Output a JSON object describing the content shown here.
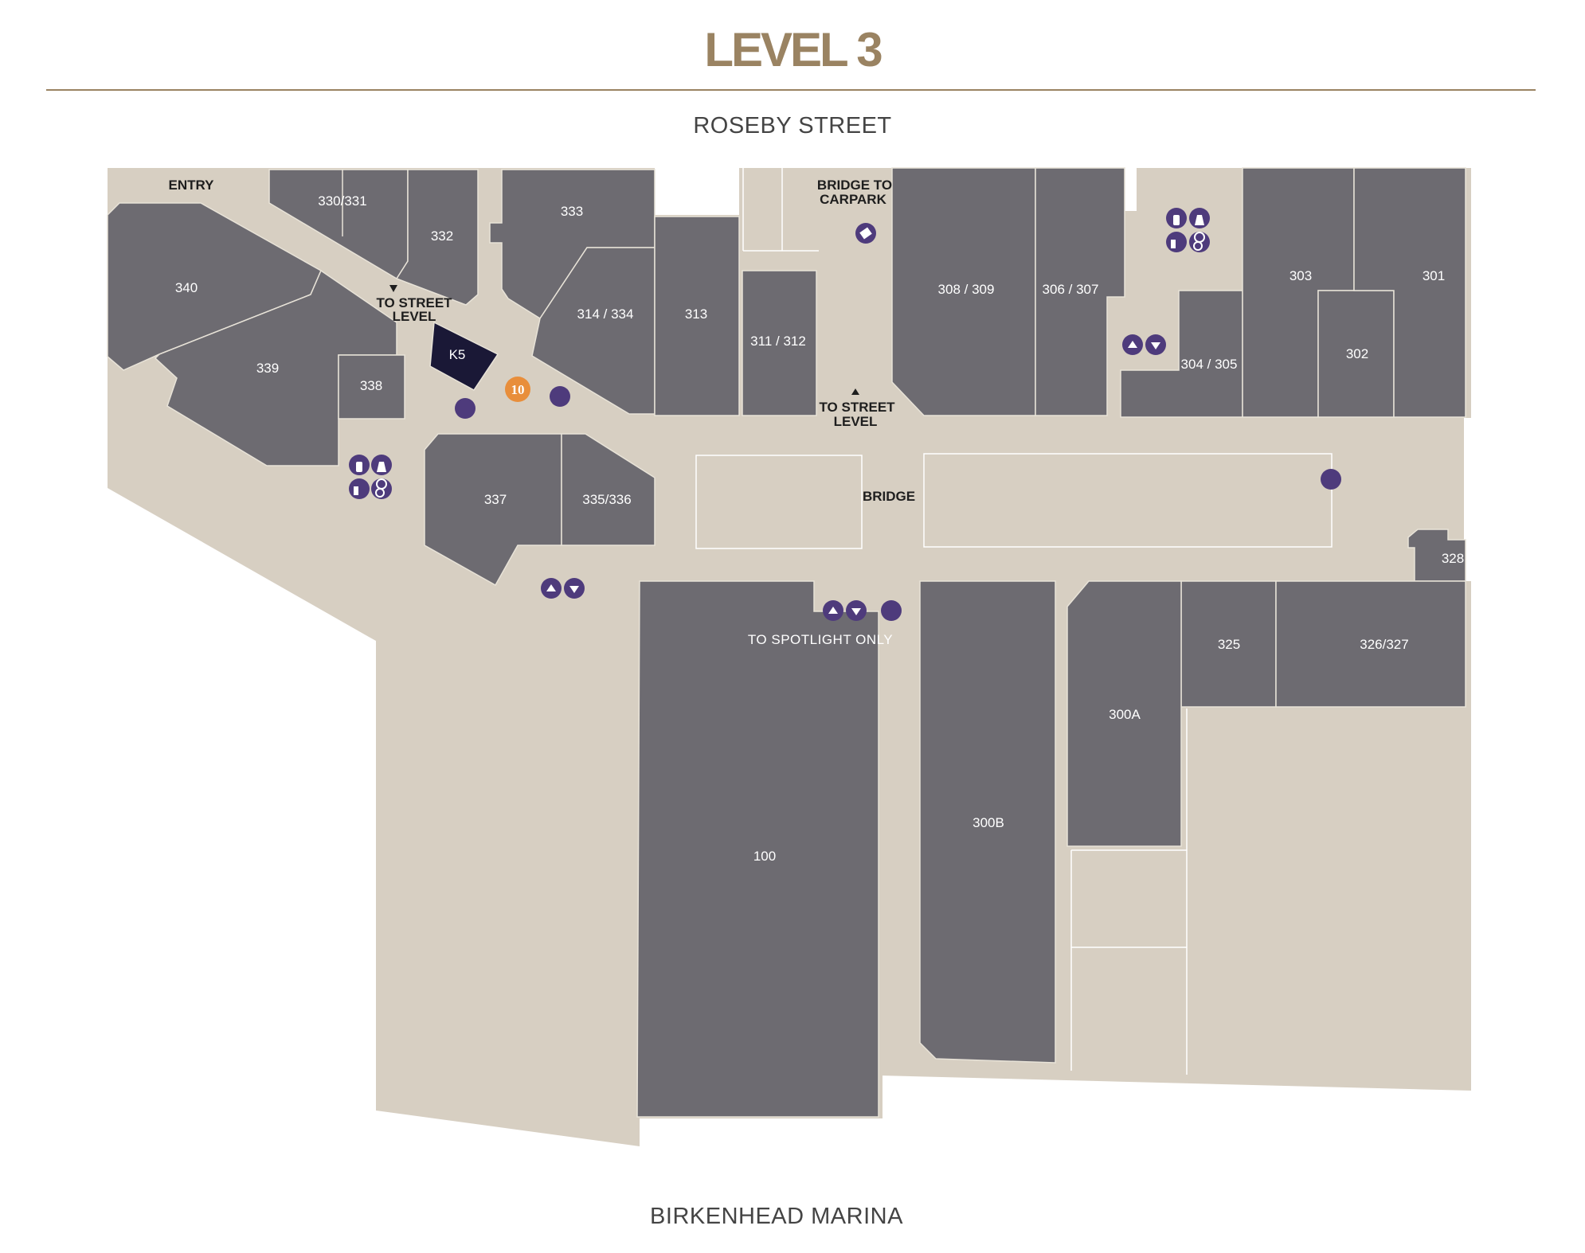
{
  "header": {
    "title": "LEVEL 3"
  },
  "streets": {
    "top": "ROSEBY STREET",
    "bottom": "BIRKENHEAD MARINA"
  },
  "units": {
    "u330": "330/331",
    "u332": "332",
    "u333": "333",
    "u340": "340",
    "u339": "339",
    "u338": "338",
    "k5": "K5",
    "u314": "314 / 334",
    "u313": "313",
    "u311": "311 / 312",
    "u308": "308 / 309",
    "u306": "306 / 307",
    "u303": "303",
    "u301": "301",
    "u304": "304 / 305",
    "u302": "302",
    "u337": "337",
    "u335": "335/336",
    "u328": "328",
    "u325": "325",
    "u326": "326/327",
    "u300a": "300A",
    "u300b": "300B",
    "u100": "100"
  },
  "labels": {
    "entry": "ENTRY",
    "bridge_carpark_1": "BRIDGE TO",
    "bridge_carpark_2": "CARPARK",
    "street_left_1": "TO STREET",
    "street_left_2": "LEVEL",
    "street_mid_1": "TO STREET",
    "street_mid_2": "LEVEL",
    "bridge": "BRIDGE",
    "spotlight": "TO SPOTLIGHT ONLY",
    "info_number": "10"
  },
  "colors": {
    "title": "#9a8362",
    "walkway": "#d7cfc2",
    "unit": "#6d6b71",
    "kiosk": "#1a1836",
    "icon": "#4e3b7c",
    "info_marker": "#e88e3b"
  },
  "icons": [
    "male-toilet-icon",
    "female-toilet-icon",
    "parents-room-icon",
    "accessible-toilet-icon",
    "lift-up-icon",
    "lift-down-icon",
    "escalator-icon",
    "ticket-icon",
    "travelator-icon",
    "info-marker-icon"
  ]
}
